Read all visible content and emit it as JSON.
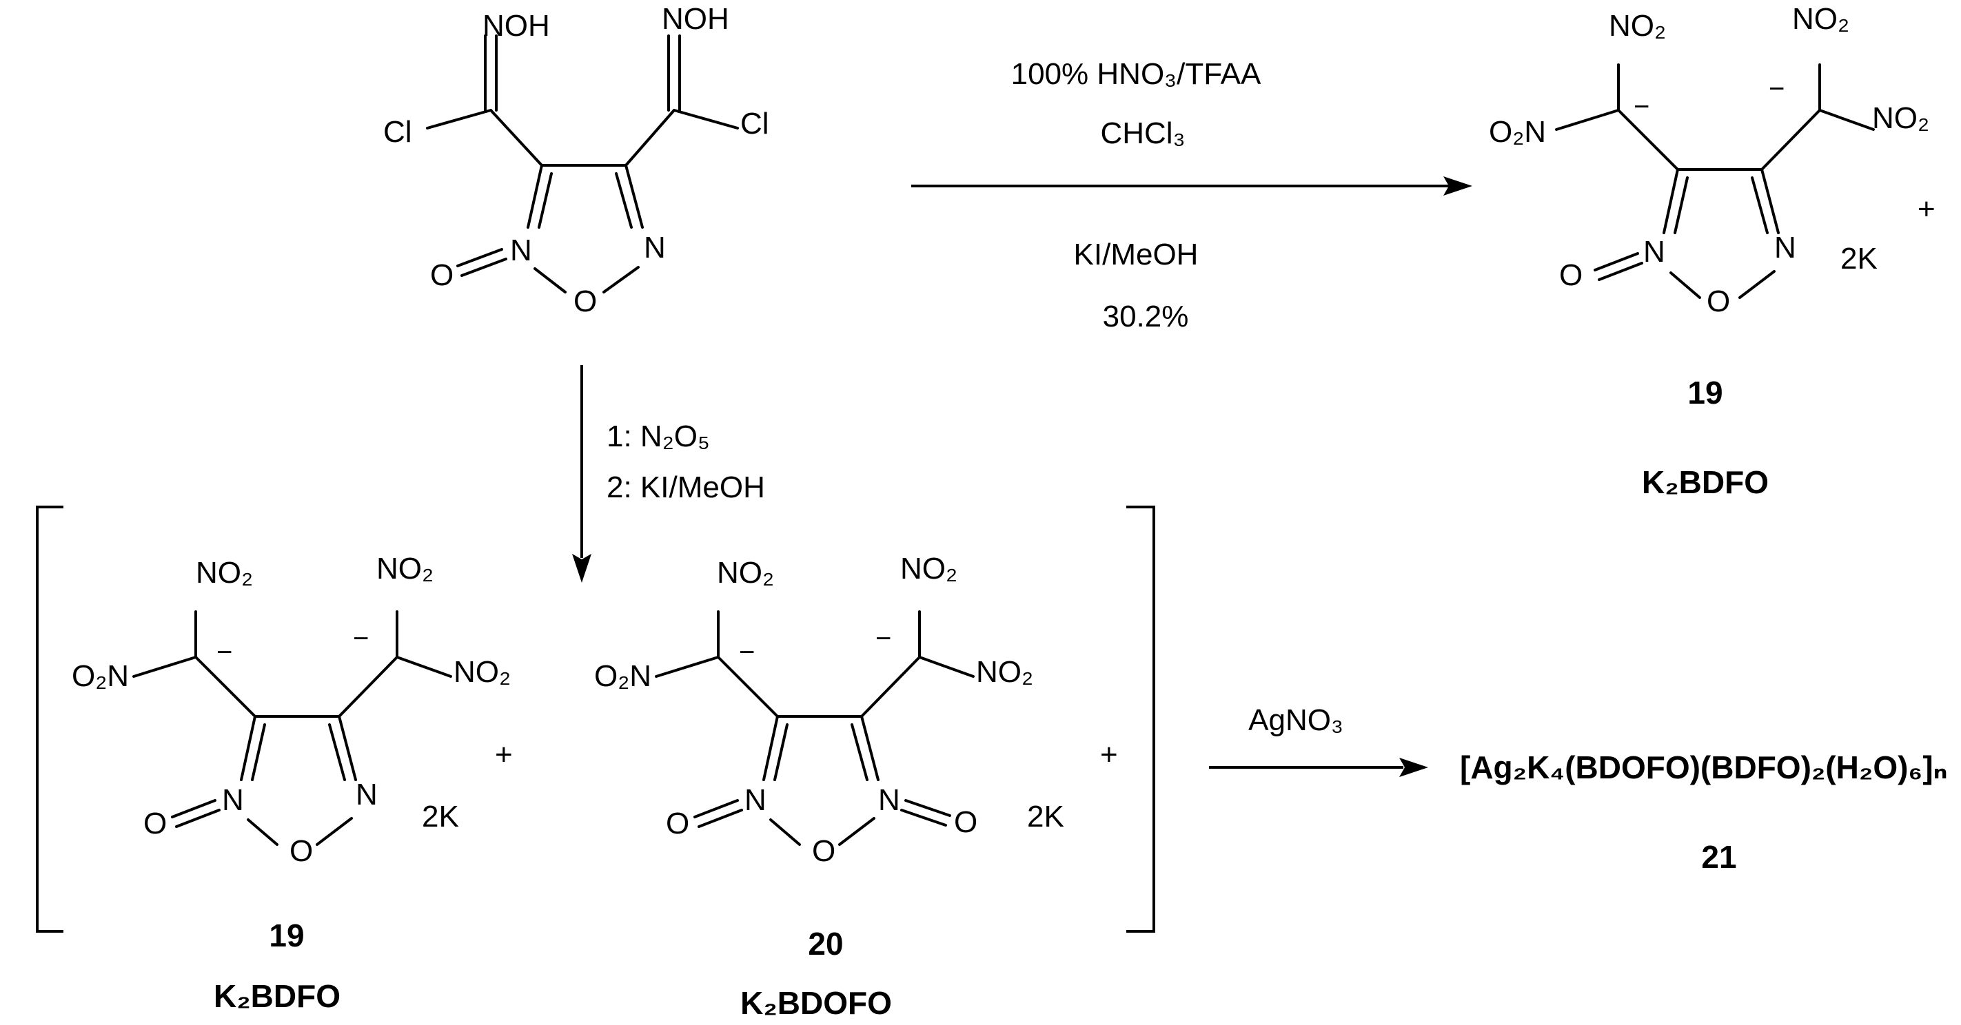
{
  "reagents": {
    "top": [
      "100% HNO₃/TFAA",
      "CHCl₃",
      "KI/MeOH",
      "30.2%"
    ],
    "down": [
      "1: N₂O₅",
      "2: KI/MeOH"
    ],
    "right": "AgNO₃"
  },
  "labels": {
    "noh": "NOH",
    "cl": "Cl",
    "no2": "NO₂",
    "o2n": "O₂N",
    "n": "N",
    "o": "O",
    "k2": "2K",
    "plus": "+",
    "minus": "−"
  },
  "compounds": {
    "c19_number": "19",
    "c19_name": "K₂BDFO",
    "c20_number": "20",
    "c20_name": "K₂BDOFO",
    "c21_number": "21",
    "c21_formula": "[Ag₂K₄(BDOFO)(BDFO)₂(H₂O)₆]ₙ"
  }
}
